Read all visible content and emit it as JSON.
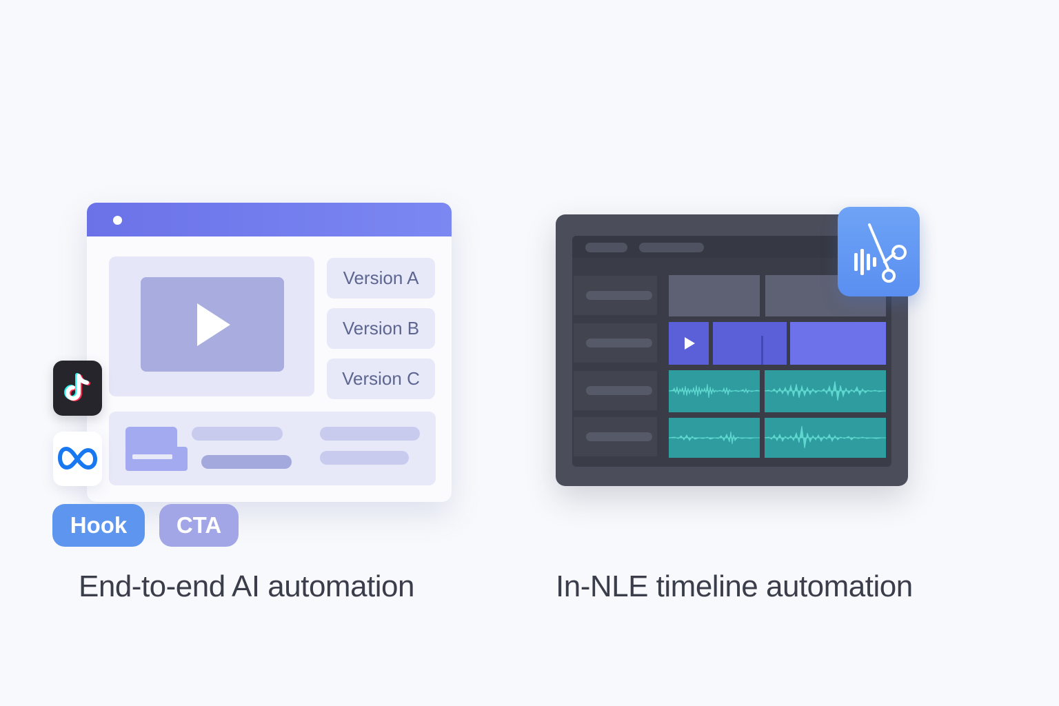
{
  "left_panel": {
    "versions": [
      "Version A",
      "Version B",
      "Version C"
    ],
    "platform_icons": [
      "tiktok-icon",
      "meta-icon"
    ],
    "tags": {
      "hook": "Hook",
      "cta": "CTA"
    },
    "caption": "End-to-end AI automation"
  },
  "right_panel": {
    "badge_icon": "audio-cut-icon",
    "caption": "In-NLE timeline automation"
  },
  "colors": {
    "primary_purple": "#6b72e8",
    "hook_blue": "#5d95ef",
    "cta_lavender": "#a3a6e6",
    "editor_dark": "#4b4d5a",
    "audio_teal": "#2f9c9f",
    "waveform": "#5ed7cf"
  }
}
